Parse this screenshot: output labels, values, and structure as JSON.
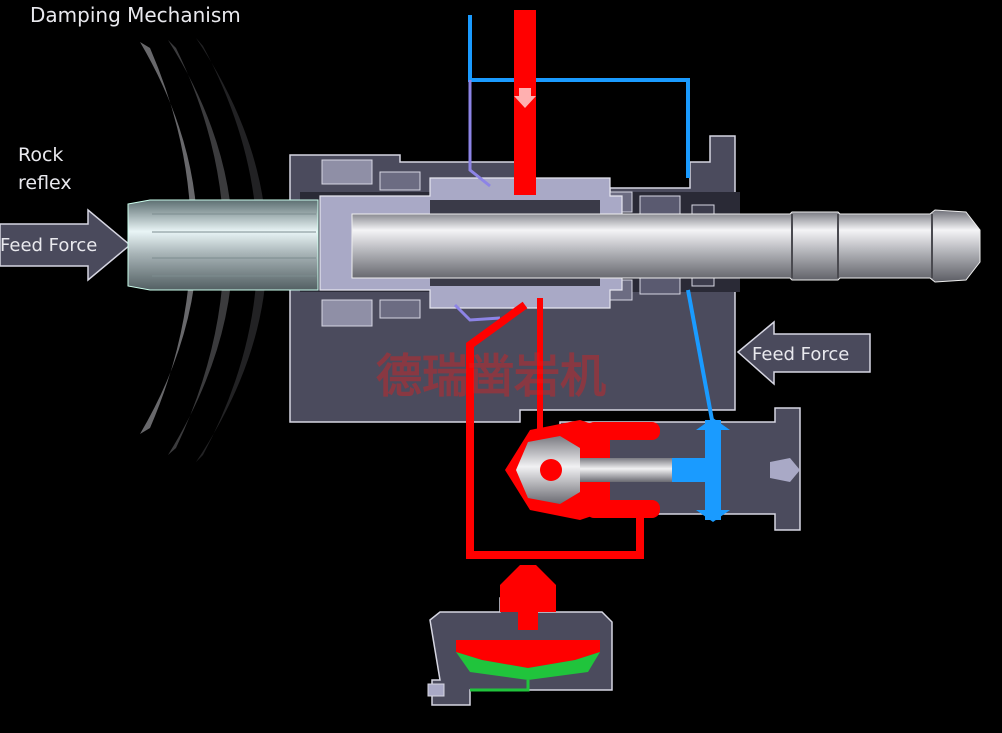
{
  "labels": {
    "title": "Damping Mechanism",
    "rock_reflex_line1": "Rock",
    "rock_reflex_line2": "reflex",
    "feed_force_left": "Feed Force",
    "feed_force_right": "Feed Force"
  },
  "watermark": "德瑞凿岩机",
  "colors": {
    "background": "#000000",
    "housing": "#4b4b5d",
    "housing_outline": "#d6d6e2",
    "high_pressure": "#ff0000",
    "return_line": "#1a9bff",
    "pilot_line": "#8d84e6",
    "accumulator_gas": "#20c43c",
    "arrow_fill": "#4a4a5c"
  }
}
